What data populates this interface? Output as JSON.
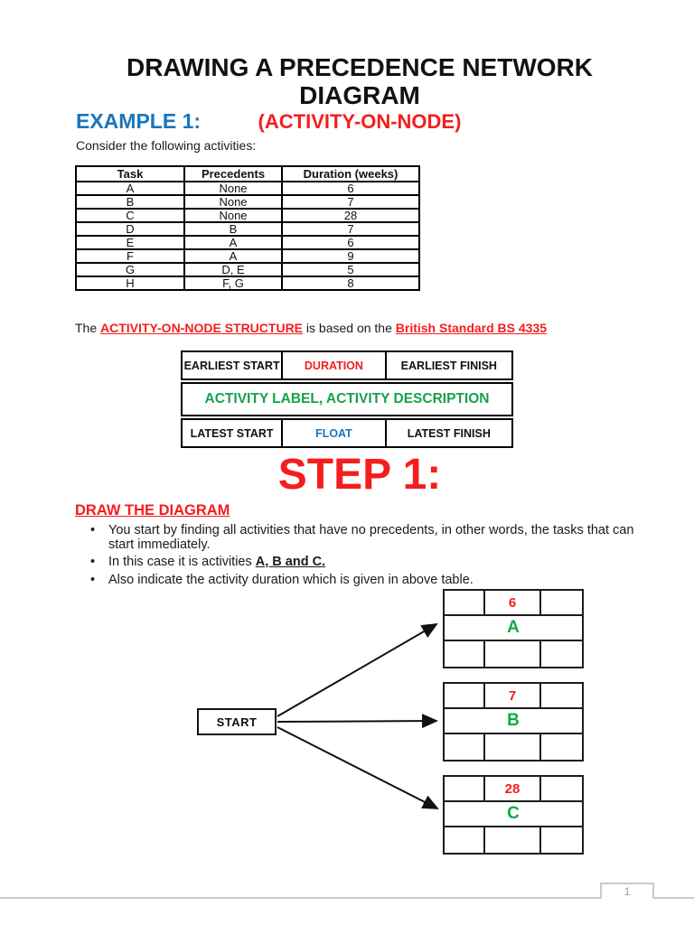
{
  "page": {
    "title": "DRAWING A PRECEDENCE NETWORK DIAGRAM",
    "subtitle": "(ACTIVITY-ON-NODE)",
    "example_heading": "EXAMPLE 1:",
    "intro": "Consider the following activities:",
    "page_number": "1"
  },
  "activities_table": {
    "headers": [
      "Task",
      "Precedents",
      "Duration (weeks)"
    ],
    "rows": [
      [
        "A",
        "None",
        "6"
      ],
      [
        "B",
        "None",
        "7"
      ],
      [
        "C",
        "None",
        "28"
      ],
      [
        "D",
        "B",
        "7"
      ],
      [
        "E",
        "A",
        "6"
      ],
      [
        "F",
        "A",
        "9"
      ],
      [
        "G",
        "D, E",
        "5"
      ],
      [
        "H",
        "F, G",
        "8"
      ]
    ]
  },
  "structure_note": {
    "prefix": "The ",
    "link1": "ACTIVITY-ON-NODE STRUCTURE",
    "middle": " is based on the ",
    "link2": "British Standard BS 4335"
  },
  "structure_box": {
    "top": [
      "EARLIEST START",
      "DURATION",
      "EARLIEST FINISH"
    ],
    "middle": "ACTIVITY LABEL, ACTIVITY DESCRIPTION",
    "bottom": [
      "LATEST START",
      "FLOAT",
      "LATEST FINISH"
    ]
  },
  "step": {
    "heading": "STEP 1:",
    "subheading": "DRAW THE DIAGRAM",
    "bullets": [
      {
        "text": "You start by finding all activities that have no precedents, in other words, the tasks that can start immediately.",
        "emphasis": ""
      },
      {
        "text": "In this case it is activities ",
        "emphasis": "A, B and C."
      },
      {
        "text": "Also indicate the activity duration which is given in above table.",
        "emphasis": ""
      }
    ],
    "bullet_glyph": "•"
  },
  "diagram": {
    "start_label": "START",
    "nodes": [
      {
        "label": "A",
        "duration": "6"
      },
      {
        "label": "B",
        "duration": "7"
      },
      {
        "label": "C",
        "duration": "28"
      }
    ]
  },
  "colors": {
    "heading_red": "#f51d1d",
    "accent_blue": "#1b75bc",
    "accent_green": "#16a24b",
    "node_green": "#10a94c",
    "duration_red": "#f21d1d",
    "footer_gray": "#c9c9c9"
  }
}
